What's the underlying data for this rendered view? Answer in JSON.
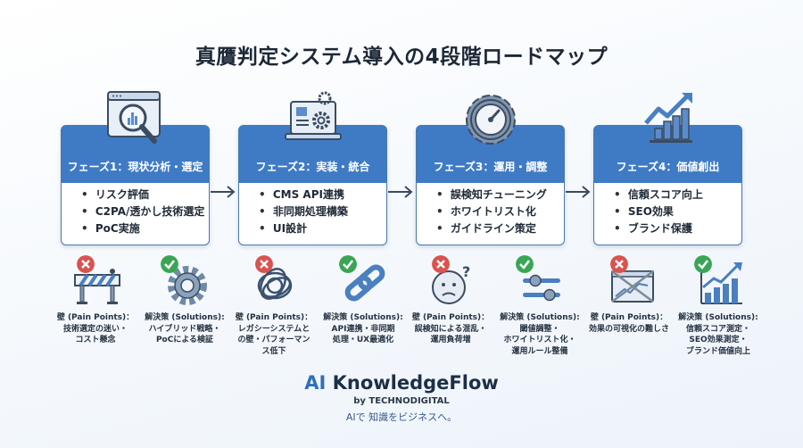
{
  "title": "真贋判定システム導入の4段階ロードマップ",
  "colors": {
    "primary_blue": "#3f7bc5",
    "brand_blue": "#2f6fba",
    "dark_text": "#1c2836",
    "pain_red": "#d9534f",
    "solution_green": "#3aa655",
    "arrow": "#3a4a5c"
  },
  "phases": [
    {
      "header": "フェーズ1：現状分析・選定",
      "icon": "magnifier-chart-icon",
      "items": [
        "リスク評価",
        "C2PA/透かし技術選定",
        "PoC実施"
      ]
    },
    {
      "header": "フェーズ2：実装・統合",
      "icon": "laptop-gear-icon",
      "items": [
        "CMS API連携",
        "非同期処理構築",
        "UI設計"
      ]
    },
    {
      "header": "フェーズ3：運用・調整",
      "icon": "gauge-gear-icon",
      "items": [
        "誤検知チューニング",
        "ホワイトリスト化",
        "ガイドライン策定"
      ]
    },
    {
      "header": "フェーズ4：価値創出",
      "icon": "growth-chart-icon",
      "items": [
        "信頼スコア向上",
        "SEO効果",
        "ブランド保護"
      ]
    }
  ],
  "pain_solutions": [
    {
      "pain": {
        "icon": "barrier-icon",
        "label": "壁 (Pain Points)：",
        "lines": [
          "技術選定の迷い・",
          "コスト懸念"
        ]
      },
      "solution": {
        "icon": "gear-icon",
        "label": "解決策 (Solutions):",
        "lines": [
          "ハイブリッド戦略・",
          "PoCによる検証"
        ]
      }
    },
    {
      "pain": {
        "icon": "tangled-wire-icon",
        "label": "壁 (Pain Points)：",
        "lines": [
          "レガシーシステムと",
          "の壁・パフォーマン",
          "ス低下"
        ]
      },
      "solution": {
        "icon": "chain-link-icon",
        "label": "解決策 (Solutions):",
        "lines": [
          "API連携・非同期",
          "処理・UX最適化"
        ]
      }
    },
    {
      "pain": {
        "icon": "confused-face-icon",
        "label": "壁 (Pain Points)：",
        "lines": [
          "誤検知による混乱・",
          "運用負荷増"
        ]
      },
      "solution": {
        "icon": "sliders-icon",
        "label": "解決策 (Solutions):",
        "lines": [
          "閾値調整・",
          "ホワイトリスト化・",
          "運用ルール整備"
        ]
      }
    },
    {
      "pain": {
        "icon": "crossed-chart-window-icon",
        "label": "壁 (Pain Points)：",
        "lines": [
          "効果の可視化の難しさ"
        ]
      },
      "solution": {
        "icon": "rising-bar-chart-icon",
        "label": "解決策 (Solutions):",
        "lines": [
          "信頼スコア測定・",
          "SEO効果測定・",
          "ブランド価値向上"
        ]
      }
    }
  ],
  "brand": {
    "ai": "AI",
    "name": " KnowledgeFlow",
    "by": "by TECHNODIGITAL",
    "tagline": "AIで 知識をビジネスへ。"
  }
}
